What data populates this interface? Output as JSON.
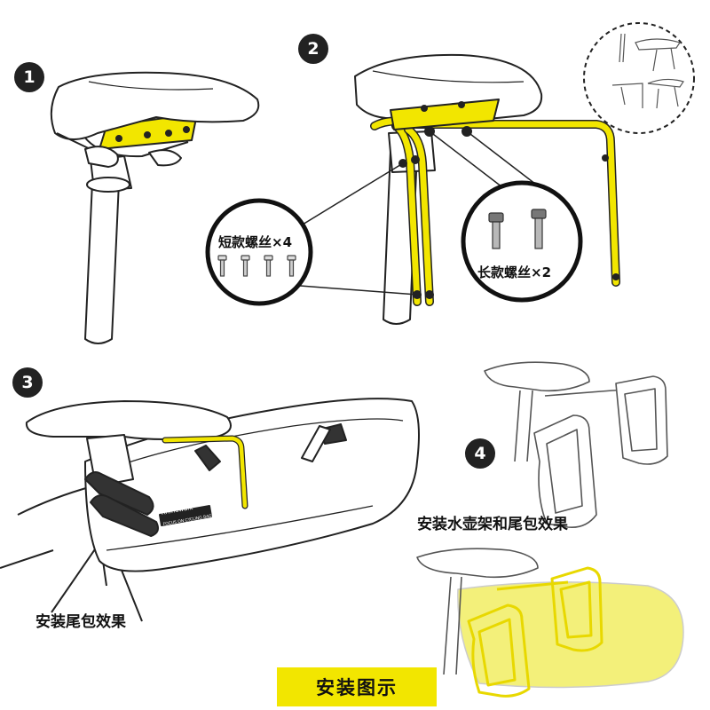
{
  "steps": [
    "1",
    "2",
    "3",
    "4"
  ],
  "screws": {
    "short_label": "短款螺丝×4",
    "long_label": "长款螺丝×2"
  },
  "captions": {
    "bag_only": "安装尾包效果",
    "with_cages": "安装水壶架和尾包效果"
  },
  "title": "安装图示",
  "bag_brand": "Rhinowalk",
  "bag_tagline": "FOCUS ON CYCLING BAGS",
  "colors": {
    "accent": "#f2e600",
    "bag_fill": "#f3f07a",
    "line": "#222222"
  }
}
